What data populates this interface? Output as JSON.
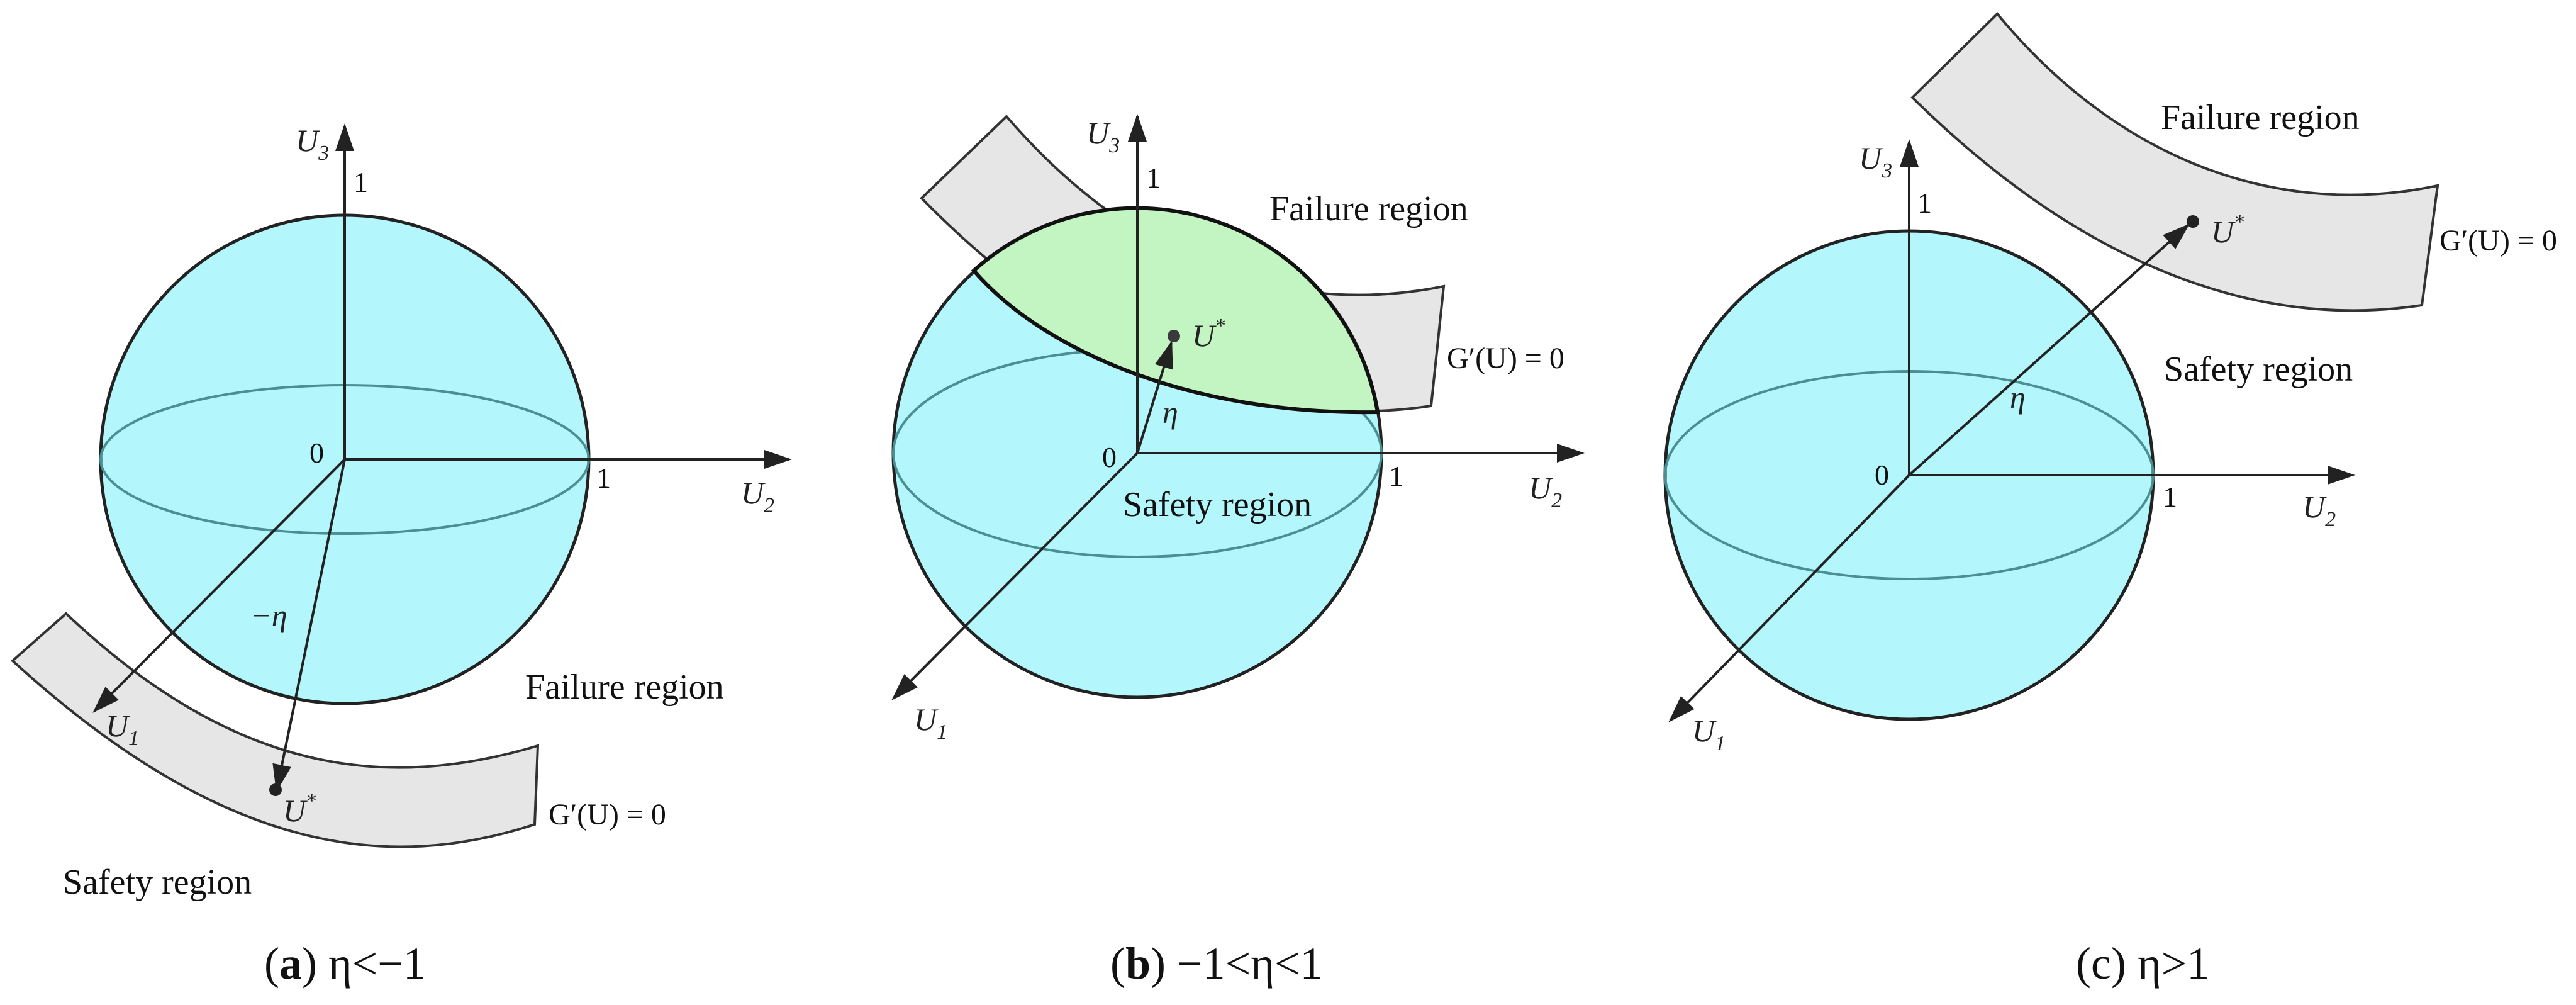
{
  "panels": [
    {
      "id": "a",
      "caption_letter": "a",
      "caption_rest": "η<−1",
      "axis_u1": "U",
      "axis_u1_sub": "1",
      "axis_u2": "U",
      "axis_u2_sub": "2",
      "axis_u3": "U",
      "axis_u3_sub": "3",
      "origin_label": "0",
      "tick_u2": "1",
      "tick_u3": "1",
      "eta_label": "−η",
      "point_label": "U",
      "point_sup": "*",
      "limit_state": "G′(U) = 0",
      "failure_label": "Failure region",
      "safety_label": "Safety region"
    },
    {
      "id": "b",
      "caption_letter": "b",
      "caption_rest": "−1<η<1",
      "axis_u1": "U",
      "axis_u1_sub": "1",
      "axis_u2": "U",
      "axis_u2_sub": "2",
      "axis_u3": "U",
      "axis_u3_sub": "3",
      "origin_label": "0",
      "tick_u2": "1",
      "tick_u3": "1",
      "eta_label": "η",
      "point_label": "U",
      "point_sup": "*",
      "limit_state": "G′(U) = 0",
      "failure_label": "Failure region",
      "safety_label": "Safety region"
    },
    {
      "id": "c",
      "caption_letter": "c",
      "caption_rest": "η>1",
      "axis_u1": "U",
      "axis_u1_sub": "1",
      "axis_u2": "U",
      "axis_u2_sub": "2",
      "axis_u3": "U",
      "axis_u3_sub": "3",
      "origin_label": "0",
      "tick_u2": "1",
      "tick_u3": "1",
      "eta_label": "η",
      "point_label": "U",
      "point_sup": "*",
      "limit_state": "G′(U) = 0",
      "failure_label": "Failure region",
      "safety_label": "Safety region"
    }
  ],
  "colors": {
    "sphere_fill": "#b3f6fb",
    "equator": "#4a8f92",
    "band_fill": "#e6e6e6",
    "band_stroke": "#333333",
    "intersection_fill": "#c3f5c3",
    "axis": "#222222"
  }
}
